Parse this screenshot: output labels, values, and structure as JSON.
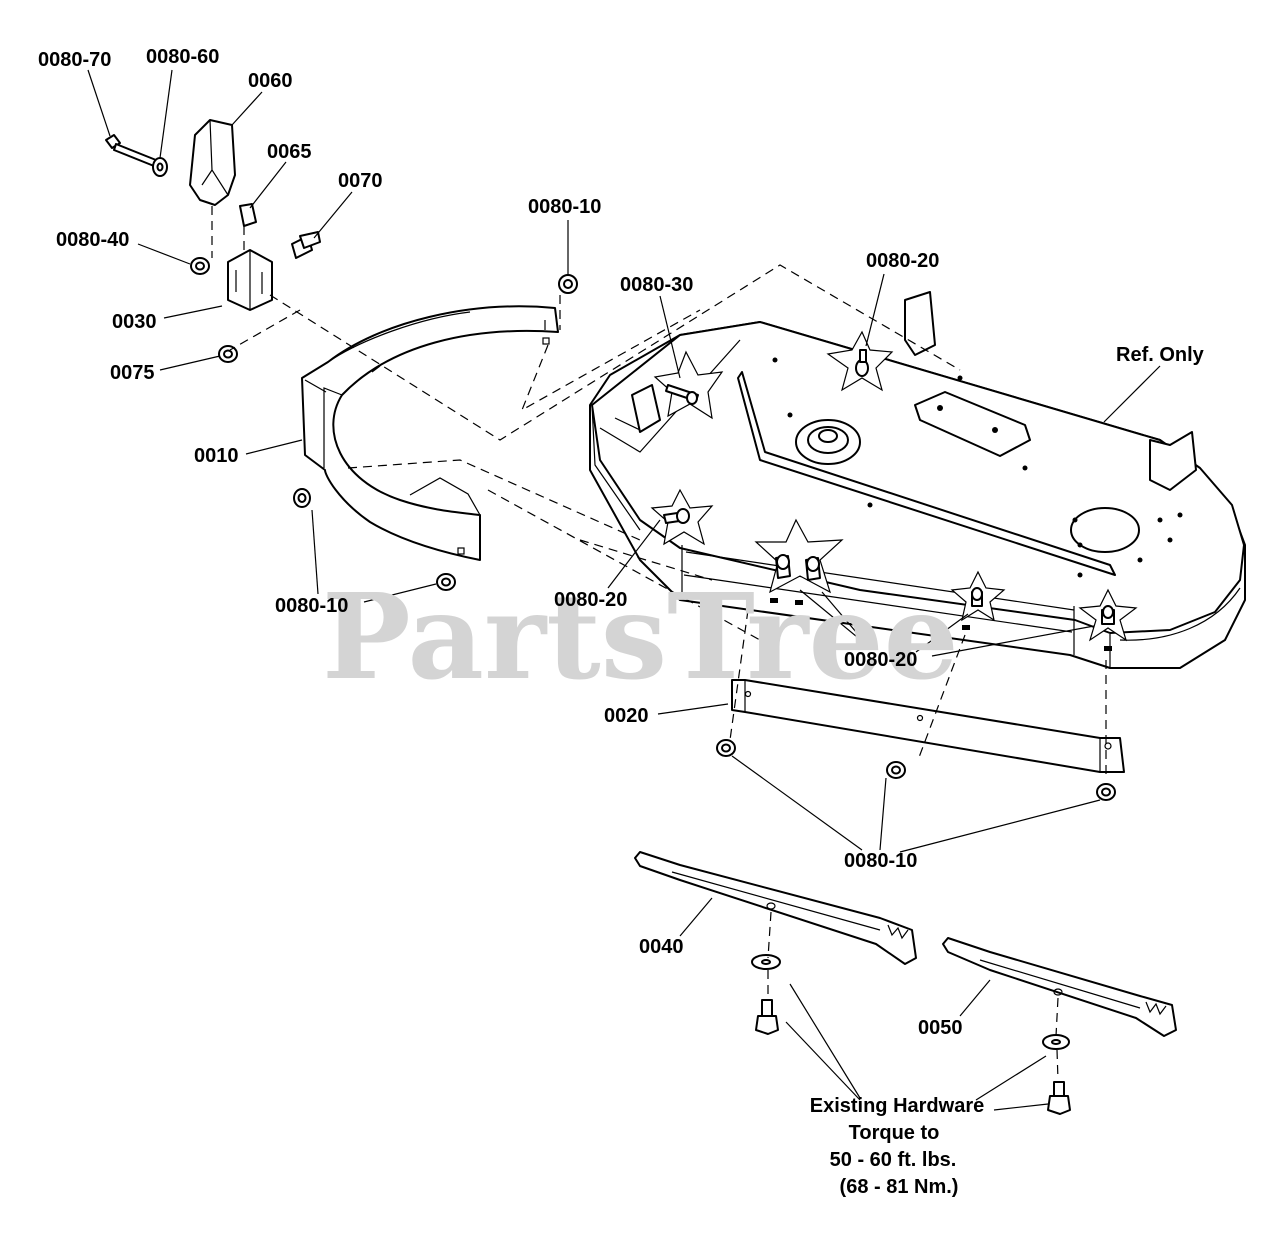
{
  "watermark": "PartsTree",
  "labels": {
    "l_0080_70": "0080-70",
    "l_0080_60": "0080-60",
    "l_0060": "0060",
    "l_0065": "0065",
    "l_0070": "0070",
    "l_0080_40": "0080-40",
    "l_0030": "0030",
    "l_0075": "0075",
    "l_0010": "0010",
    "l_0080_10_a": "0080-10",
    "l_0080_10_b": "0080-10",
    "l_0080_30": "0080-30",
    "l_0080_20_a": "0080-20",
    "l_0080_20_b": "0080-20",
    "l_0080_20_c": "0080-20",
    "l_ref": "Ref. Only",
    "l_0020": "0020",
    "l_0080_10_c": "0080-10",
    "l_0040": "0040",
    "l_0050": "0050"
  },
  "note": {
    "line1": "Existing Hardware",
    "line2": "Torque to",
    "line3": "50 - 60 ft. lbs.",
    "line4": "(68 - 81 Nm.)"
  }
}
